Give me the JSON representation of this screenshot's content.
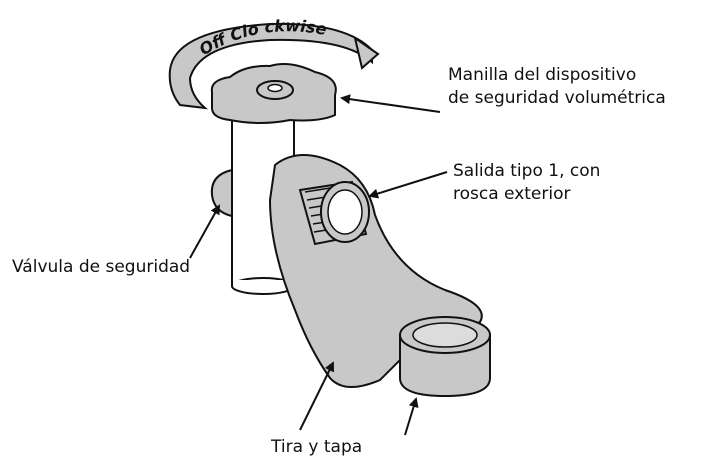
{
  "diagram": {
    "rotation_label": "Off Clo ckwise",
    "labels": {
      "handle_line1": "Manilla del dispositivo",
      "handle_line2": "de seguridad volumétrica",
      "outlet_line1": "Salida tipo 1, con",
      "outlet_line2": "rosca exterior",
      "safety_valve": "Válvula de seguridad",
      "strap_cap": "Tira y tapa"
    },
    "colors": {
      "fill": "#c8c8c8",
      "stroke": "#111111",
      "background": "#ffffff"
    }
  }
}
